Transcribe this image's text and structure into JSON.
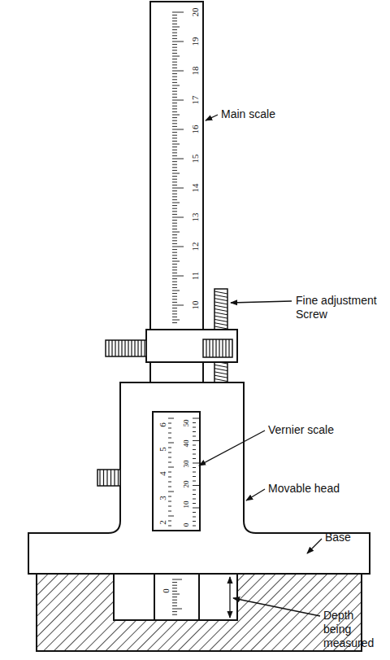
{
  "diagram": {
    "labels": [
      "Main scale",
      "Fine adjustment Screw",
      "Vernier scale",
      "Movable head",
      "Base",
      "Depth being measured",
      "20",
      "19",
      "18",
      "17",
      "16",
      "15",
      "14",
      "13",
      "12",
      "11",
      "10",
      "6",
      "5",
      "4",
      "3",
      "2",
      "50",
      "40",
      "30",
      "20",
      "10",
      "0",
      "0"
    ]
  }
}
